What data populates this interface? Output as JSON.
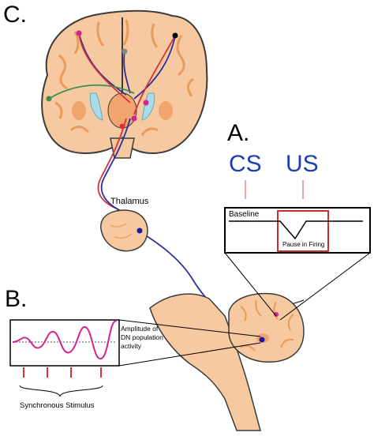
{
  "panel_labels": {
    "a": "A.",
    "b": "B.",
    "c": "C."
  },
  "stimuli": {
    "cs": "CS",
    "us": "US"
  },
  "thalamus_label": "Thalamus",
  "firing_box": {
    "baseline": "Baseline",
    "pause": "Pause in Firing"
  },
  "oscillation_box": {
    "amplitude_label_line1": "Amplitude of",
    "amplitude_label_line2": "DN population",
    "amplitude_label_line3": "activity"
  },
  "synchronous_label": "Synchronous Stimulus",
  "colors": {
    "cortex_fill": "#f7c9a0",
    "cortex_dark": "#f0a56f",
    "ventricle": "#a9dbe8",
    "pathway_blue": "#2a2f9e",
    "pathway_red": "#d63333",
    "pathway_green": "#3e8e52",
    "cs_us_text": "#1a3fb5",
    "oscillation": "#d6218f",
    "tick_red": "#d63333"
  }
}
